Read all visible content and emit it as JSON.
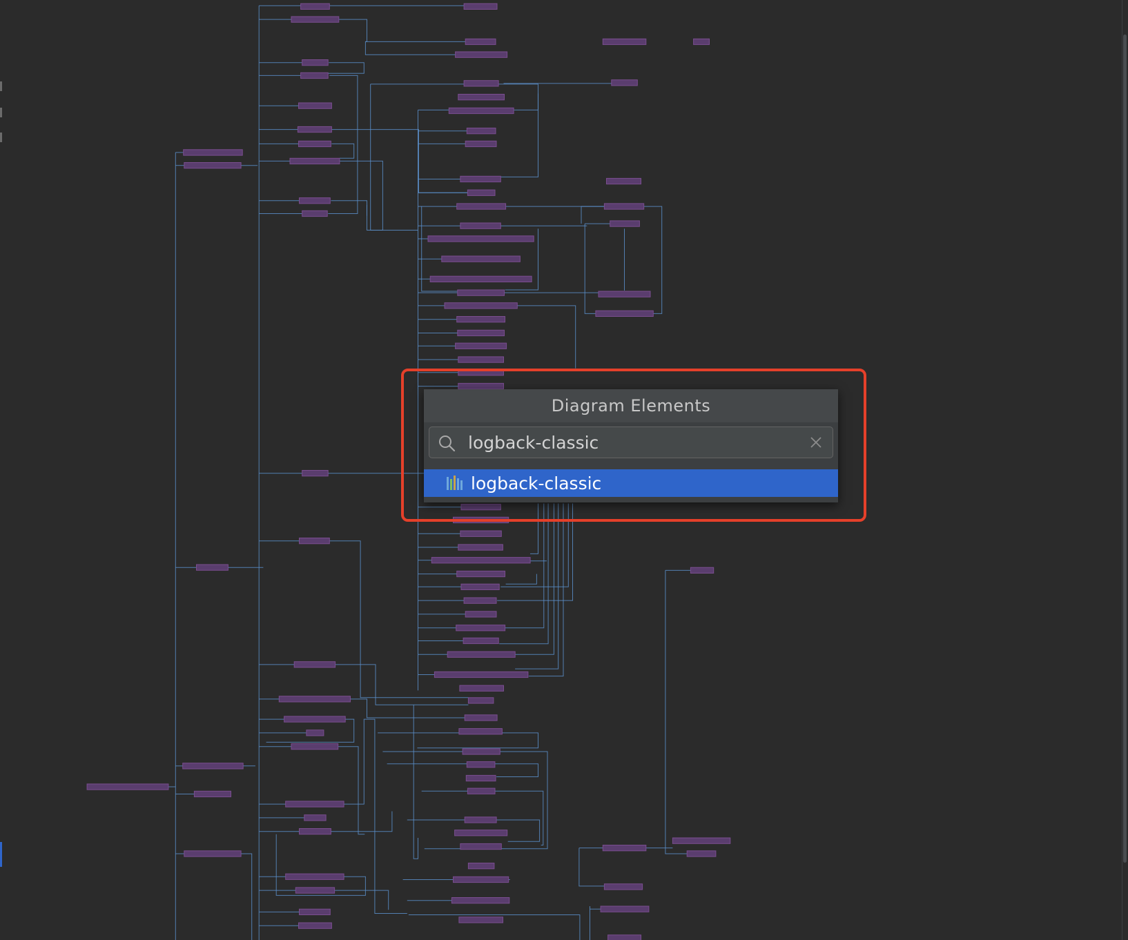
{
  "popup": {
    "title": "Diagram Elements",
    "search": {
      "value": "logback-classic",
      "icon": "search-icon",
      "clear_icon": "close-icon"
    },
    "results": [
      {
        "label": "logback-classic",
        "icon": "maven-dependency-icon",
        "selected": true
      }
    ]
  },
  "colors": {
    "background": "#2b2b2b",
    "node_fill": "#5a3d6e",
    "edge": "#5b8ec9",
    "highlight_frame": "#e5402a",
    "selection": "#2f65ca"
  }
}
